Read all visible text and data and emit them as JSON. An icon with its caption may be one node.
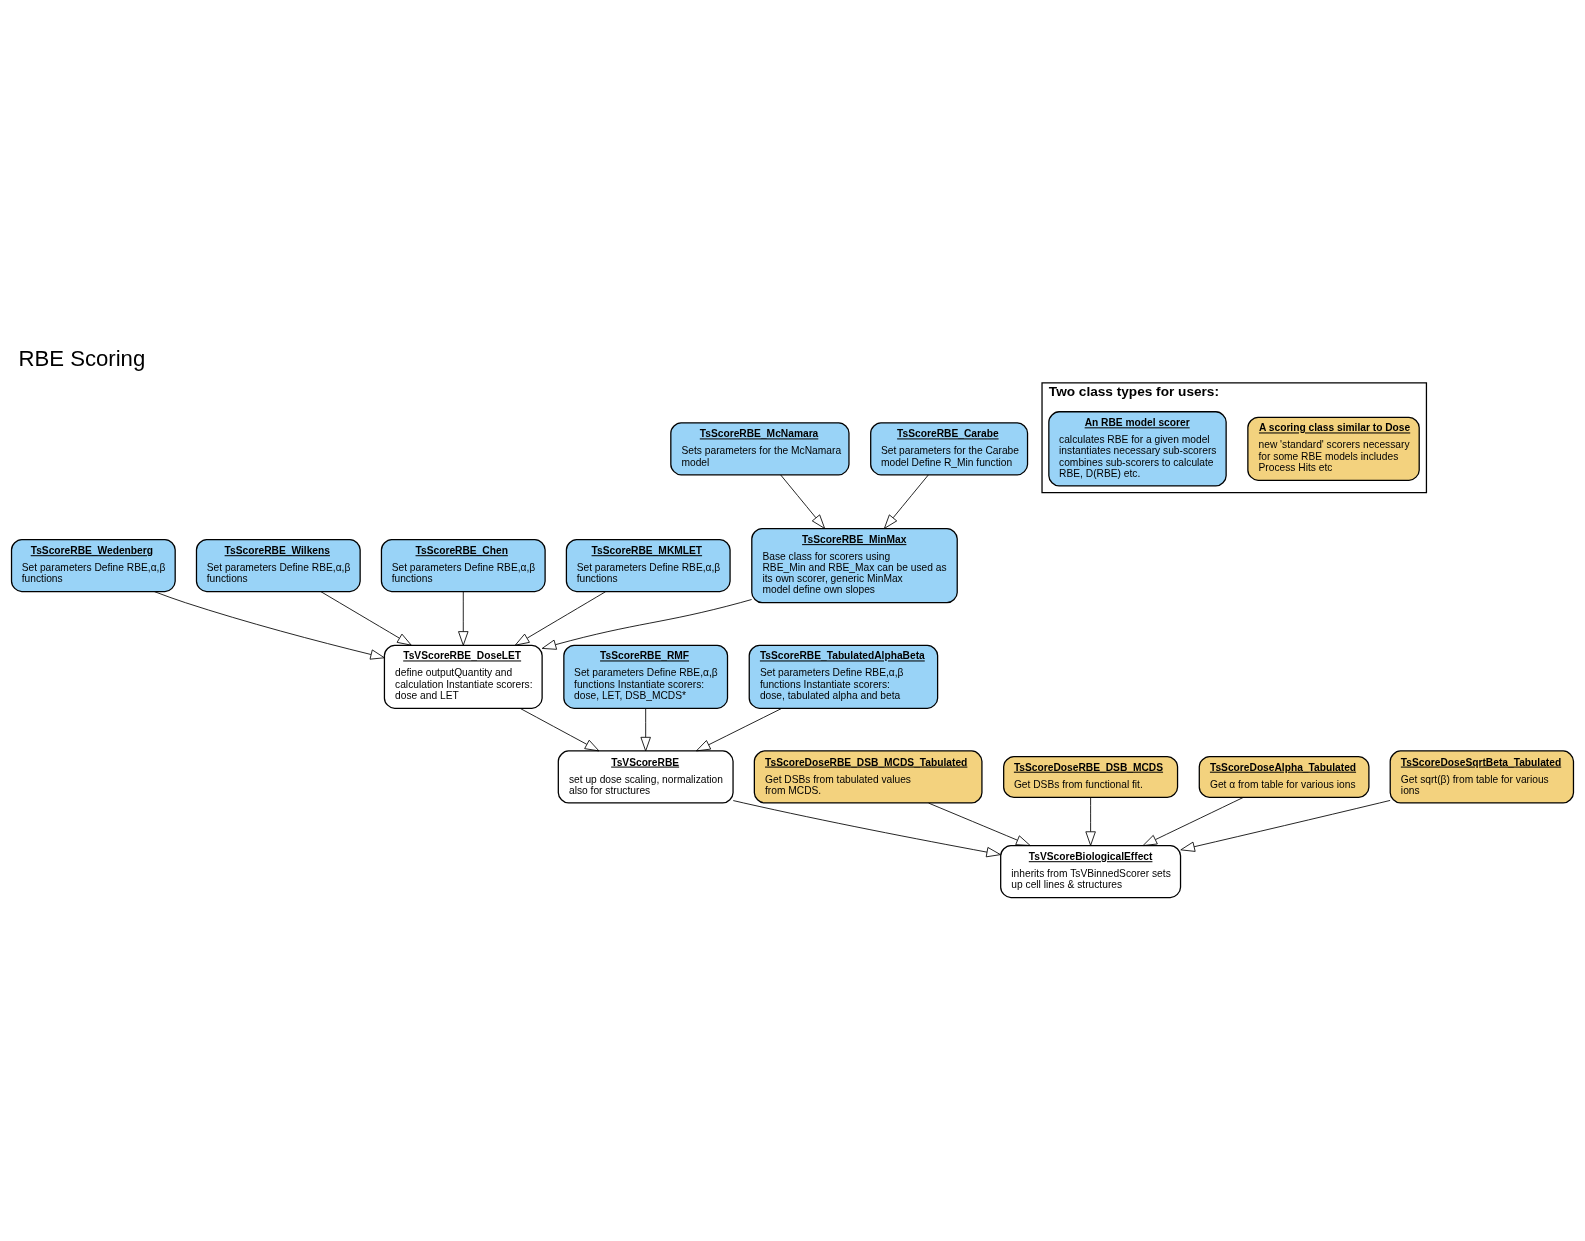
{
  "diagram": {
    "title": "RBE Scoring",
    "nodes": [
      {
        "text": [
          "TsScoreRBE_Wedenberg",
          "Set parameters Define RBE,α,β functions"
        ]
      },
      {
        "text": [
          "TsScoreRBE_Wilkens",
          "Set parameters Define RBE,α,β functions"
        ]
      },
      {
        "text": [
          "TsScoreRBE_McNamara",
          "Sets parameters for the McNamara model"
        ]
      },
      {
        "text": [
          "TsScoreRBE_Chen",
          "Set parameters Define RBE,α,β functions"
        ]
      },
      {
        "text": [
          "TsScoreRBE_Carabe",
          "Set parameters for the Carabe model Define R_Min function"
        ]
      },
      {
        "text": [
          "TsScoreRBE_MKMLET",
          "Set parameters Define RBE,α,β functions"
        ]
      },
      {
        "text": [
          "TsScoreRBE_MinMax",
          "Base class for scorers using RBE_Min and RBE_Max can be used as its own scorer, generic MinMax model define own slopes"
        ]
      },
      {
        "text": [
          "TsScoreRBE_RMF",
          "Set parameters Define RBE,α,β functions Instantiate scorers: dose, LET, DSB_MCDS*"
        ]
      },
      {
        "text": [
          "TsVScoreRBE_DoseLET",
          "define outputQuantity and calculation Instantiate scorers: dose and LET"
        ]
      },
      {
        "text": [
          "TsScoreRBE_TabulatedAlphaBeta",
          "Set parameters Define RBE,α,β functions Instantiate scorers: dose, tabulated alpha and beta"
        ]
      },
      {
        "text": [
          "TsScoreDoseRBE_DSB_MCDS_Tabulated",
          "Get DSBs from tabulated values from MCDS."
        ]
      },
      {
        "text": [
          "TsVScoreRBE",
          "set up dose scaling, normalization also for structures"
        ]
      },
      {
        "text": [
          "TsScoreDoseRBE_DSB_MCDS",
          "Get DSBs from functional fit."
        ]
      },
      {
        "text": [
          "TsScoreDoseAlpha_Tabulated",
          "Get α from table for various ions"
        ]
      },
      {
        "text": [
          "Two class types for users:"
        ]
      },
      {
        "text": [
          "A scoring class similar to Dose",
          "new 'standard' scorers necessary for some RBE models includes Process Hits etc"
        ],
        "in": 14
      },
      {
        "text": [
          "An RBE model scorer",
          "calculates RBE for a given model instantiates necessary sub-scorers combines sub-scorers to calculate RBE, D(RBE) etc."
        ],
        "in": 14
      },
      {
        "text": [
          "TsScoreDoseSqrtBeta_Tabulated",
          "Get sqrt(β) from table for various ions"
        ]
      },
      {
        "text": [
          "TsVScoreBiologicalEffect",
          "inherits from TsVBinnedScorer sets up cell lines & structures"
        ]
      }
    ],
    "edges": [
      {
        "from": 0,
        "to": 8,
        "arrow": "to"
      },
      {
        "from": 1,
        "to": 8,
        "arrow": "to"
      },
      {
        "from": 2,
        "to": 6,
        "arrow": "to"
      },
      {
        "from": 4,
        "to": 6,
        "arrow": "to"
      },
      {
        "from": 3,
        "to": 8,
        "arrow": "to"
      },
      {
        "from": 5,
        "to": 8,
        "arrow": "to"
      },
      {
        "from": 6,
        "to": 8,
        "arrow": "to"
      },
      {
        "from": 7,
        "to": 11,
        "arrow": "to"
      },
      {
        "from": 9,
        "to": 11,
        "arrow": "to"
      },
      {
        "from": 8,
        "to": 11,
        "arrow": "to"
      },
      {
        "from": 11,
        "to": 18,
        "arrow": "to"
      },
      {
        "from": 10,
        "to": 18,
        "arrow": "to"
      },
      {
        "from": 12,
        "to": 18,
        "arrow": "to"
      },
      {
        "from": 13,
        "to": 18,
        "arrow": "to"
      },
      {
        "from": 17,
        "to": 18,
        "arrow": "to"
      }
    ]
  }
}
